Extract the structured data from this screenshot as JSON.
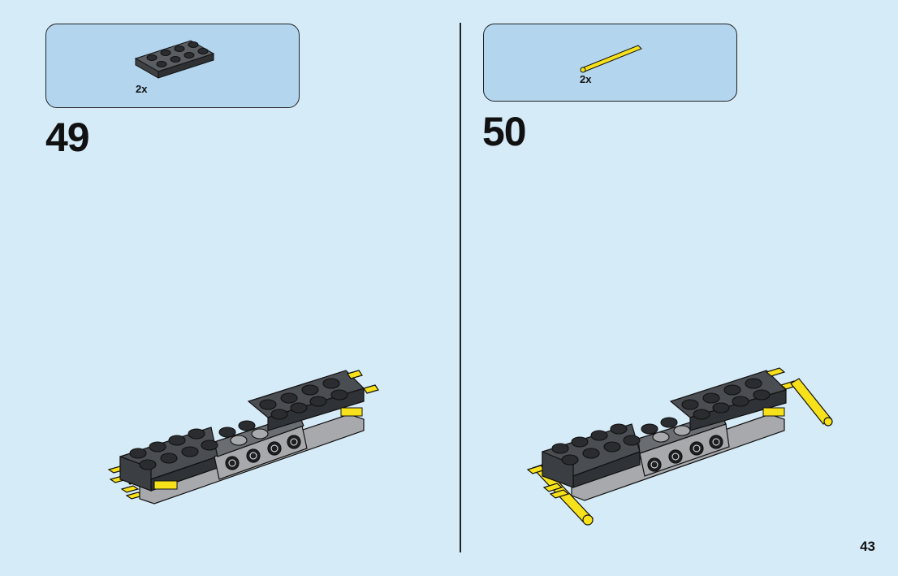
{
  "steps": [
    {
      "number": "49",
      "parts": [
        {
          "quantity": "2x",
          "part": "dark-gray-plate-2x4-icon"
        }
      ]
    },
    {
      "number": "50",
      "parts": [
        {
          "quantity": "2x",
          "part": "yellow-bar-icon"
        }
      ]
    }
  ],
  "page_number": "43",
  "colors": {
    "background": "#d6ebf8",
    "parts_box": "#b3d6ee",
    "dark_gray": "#4a4d52",
    "light_gray": "#a7a9ac",
    "yellow": "#f7e11b"
  }
}
